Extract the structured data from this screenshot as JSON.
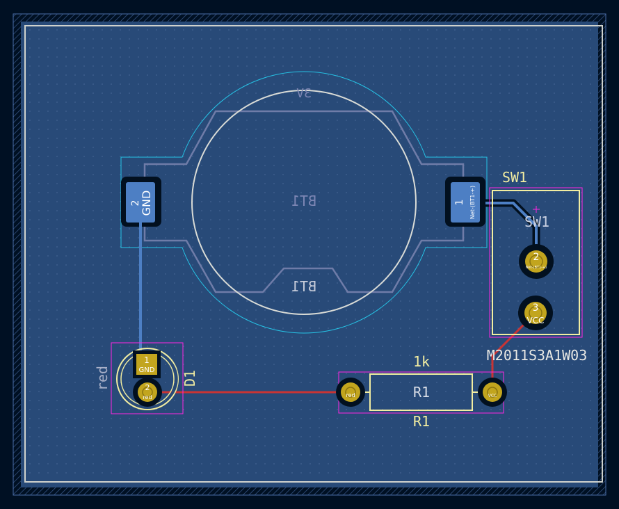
{
  "board": {
    "colors": {
      "background": "#001023",
      "board_fill": "#284a78",
      "edge_cuts": "#d0d2cd",
      "silkscreen": "#f2eda1",
      "fab": "#7d86b4",
      "courtyard": "#ff26e2",
      "back_copper": "#4d7fc4",
      "front_copper": "#c83434",
      "pad_gold": "#c2a51e",
      "bt_courtyard": "#26c4e6"
    }
  },
  "footprints": {
    "bt1": {
      "ref_fab": "BT1",
      "ref_silk": "BT1",
      "value": "3V",
      "pad1_num": "1",
      "pad1_net": "Net-(BT1-+)",
      "pad2_num": "2",
      "pad2_net": "GND"
    },
    "sw1": {
      "ref_silk": "SW1",
      "ref_fab": "SW1",
      "value": "M2011S3A1W03",
      "pad2_num": "2",
      "pad2_net": "Net-(BT1-+)",
      "pad3_num": "3",
      "pad3_net": "VCC"
    },
    "r1": {
      "value": "1k",
      "ref_fab": "R1",
      "ref_silk": "R1",
      "pad1_net": "red",
      "pad2_net": "VCC"
    },
    "d1": {
      "ref_silk": "D1",
      "value": "red",
      "pad1_num": "1",
      "pad1_net": "GND",
      "pad2_num": "2",
      "pad2_net": "red"
    }
  }
}
